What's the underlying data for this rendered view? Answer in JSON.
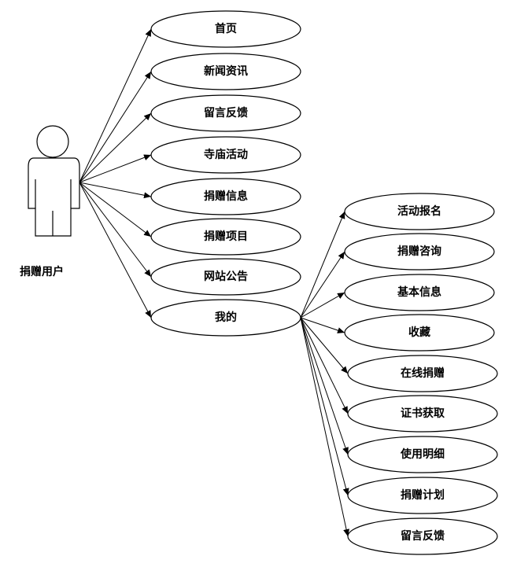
{
  "actor": {
    "label": "捐赠用户"
  },
  "use_cases": [
    {
      "id": "home",
      "label": "首页"
    },
    {
      "id": "news",
      "label": "新闻资讯"
    },
    {
      "id": "feedback",
      "label": "留言反馈"
    },
    {
      "id": "temple-activities",
      "label": "寺庙活动"
    },
    {
      "id": "donation-info",
      "label": "捐赠信息"
    },
    {
      "id": "donation-projects",
      "label": "捐赠项目"
    },
    {
      "id": "site-notices",
      "label": "网站公告"
    },
    {
      "id": "mine",
      "label": "我的"
    }
  ],
  "mine_children": [
    {
      "id": "activity-signup",
      "label": "活动报名"
    },
    {
      "id": "donation-inquiry",
      "label": "捐赠咨询"
    },
    {
      "id": "basic-info",
      "label": "基本信息"
    },
    {
      "id": "favorites",
      "label": "收藏"
    },
    {
      "id": "online-donation",
      "label": "在线捐赠"
    },
    {
      "id": "certificate",
      "label": "证书获取"
    },
    {
      "id": "usage-details",
      "label": "使用明细"
    },
    {
      "id": "donation-plan",
      "label": "捐赠计划"
    },
    {
      "id": "mine-feedback",
      "label": "留言反馈"
    }
  ]
}
